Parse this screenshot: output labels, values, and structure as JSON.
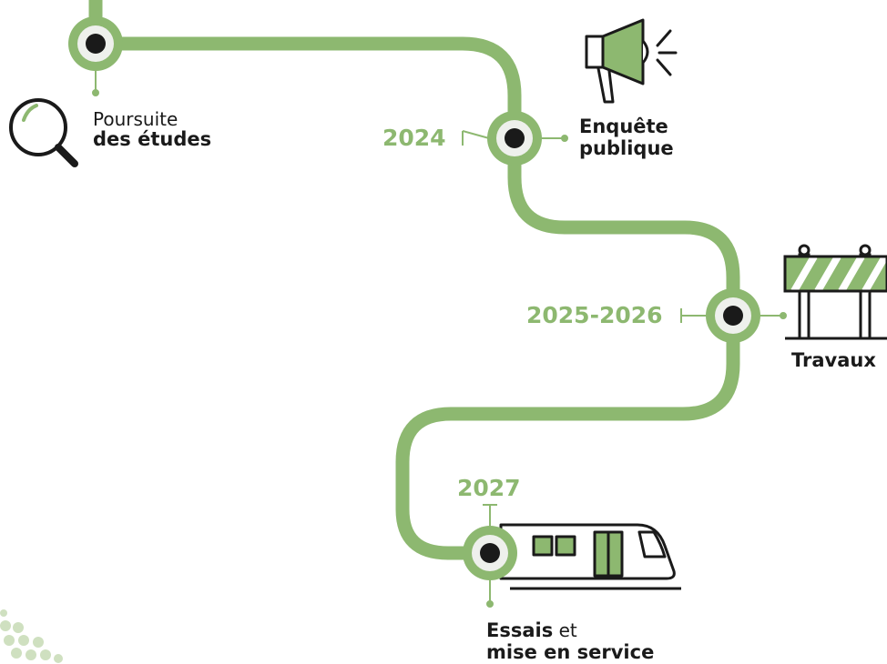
{
  "colors": {
    "accent": "#8db870",
    "ink": "#1a1a1a",
    "ring": "#eef0ec",
    "dots": "#cfe0c0"
  },
  "steps": [
    {
      "id": "etudes",
      "line1": "Poursuite",
      "line2": "des études",
      "year": "",
      "icon": "magnifier-icon"
    },
    {
      "id": "enquete",
      "line1": "Enquête",
      "line2": "publique",
      "year": "2024",
      "icon": "megaphone-icon"
    },
    {
      "id": "travaux",
      "line1": "Travaux",
      "line2": "",
      "year": "2025-2026",
      "icon": "barrier-icon"
    },
    {
      "id": "essais",
      "line1_bold": "Essais",
      "line1_rest": " et",
      "line2": "mise en service",
      "year": "2027",
      "icon": "tram-icon"
    }
  ]
}
